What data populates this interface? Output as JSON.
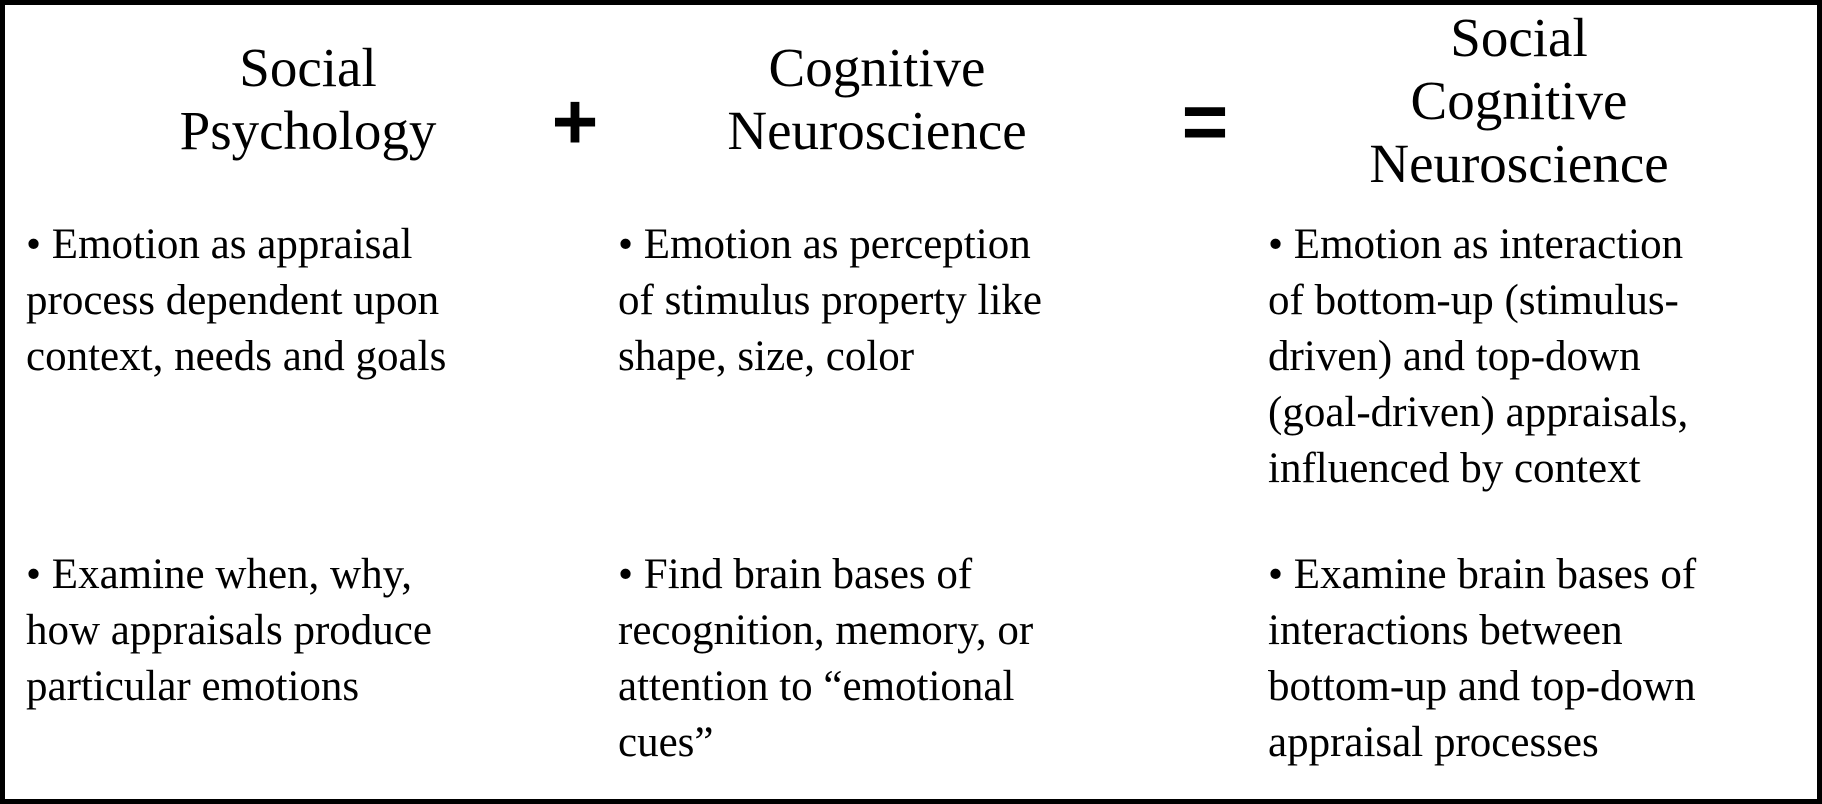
{
  "table": {
    "colors": {
      "text": "#000000",
      "background": "#ffffff",
      "border": "#000000"
    },
    "operators": {
      "plus": "+",
      "equals": "="
    },
    "columns": [
      {
        "header": "Social\nPsychology",
        "bullets": [
          "• Emotion as appraisal\nprocess dependent upon\ncontext, needs and goals",
          "• Examine when, why,\nhow appraisals produce\nparticular emotions"
        ]
      },
      {
        "header": "Cognitive\nNeuroscience",
        "bullets": [
          "• Emotion as perception\nof stimulus property like\nshape, size, color",
          "• Find brain bases of\nrecognition, memory, or\nattention to “emotional\ncues”"
        ]
      },
      {
        "header": "Social\nCognitive\nNeuroscience",
        "bullets": [
          "• Emotion as interaction\nof bottom-up (stimulus-\ndriven) and top-down\n(goal-driven) appraisals,\ninfluenced by context",
          "• Examine brain bases of\ninteractions between\nbottom-up and top-down\nappraisal processes"
        ]
      }
    ]
  }
}
